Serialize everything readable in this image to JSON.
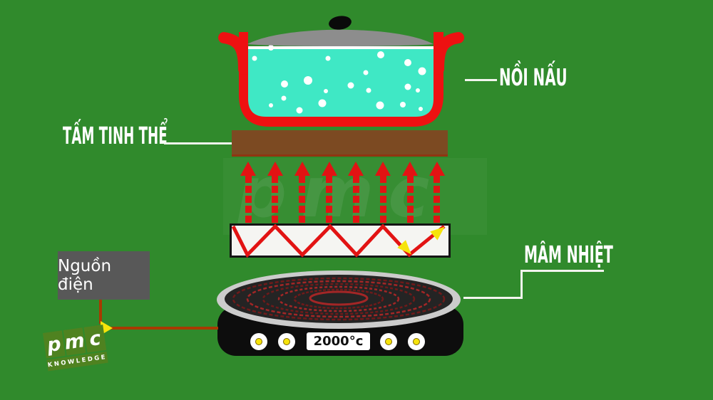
{
  "labels": {
    "pot": "NỒI NẤU",
    "crystal_plate": "TẤM TINH THỂ",
    "heating_plate": "MÂM NHIỆT"
  },
  "power_source_label": "Nguồn điện",
  "temperature_display": "2000°c",
  "logo": {
    "letter_p": "p",
    "letter_m": "m",
    "letter_c": "c",
    "tagline": "KNOWLEDGE"
  },
  "watermark_text": "pmc",
  "colors": {
    "bg-green": "#308a2c",
    "pot-red": "#ee1111",
    "water-cyan": "#3fe8c5",
    "lid-gray": "#8d8d8d",
    "plate-brown": "#7c4a22",
    "arrow-red": "#e21313",
    "wire-red": "#a83a00",
    "accent-yellow": "#f6e40b",
    "cooktop-black": "#0d0d0d",
    "rim-silver": "#cccccc",
    "surface-dark": "#242424",
    "coil-red": "#a32626",
    "coil-dark": "#6f1a1a",
    "logo-green": "#4f8220",
    "box-gray": "#585858",
    "label-white": "#ffffff"
  }
}
